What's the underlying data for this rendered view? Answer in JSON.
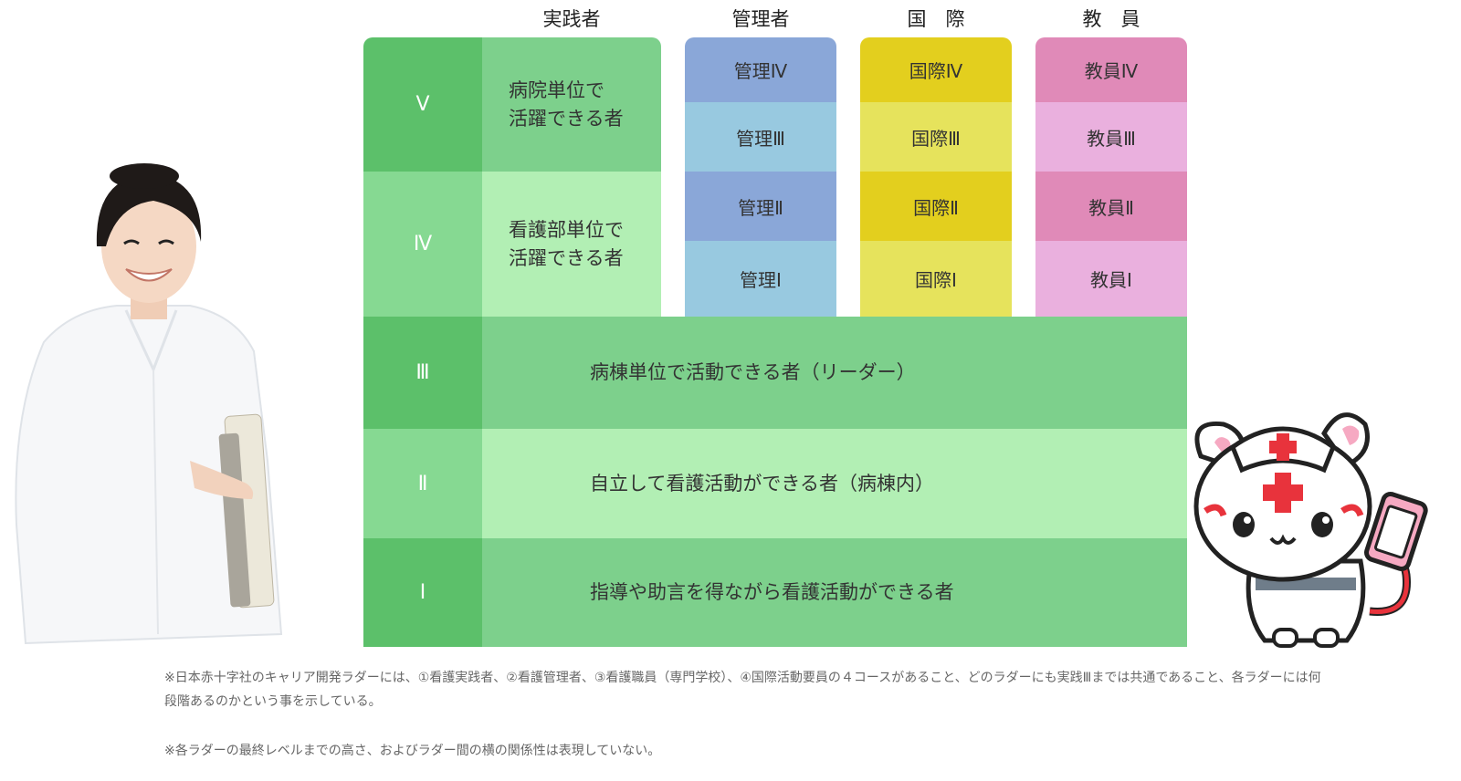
{
  "headers": {
    "practitioner": "実践者",
    "manager": "管理者",
    "international": "国　際",
    "educator": "教　員"
  },
  "rows": [
    {
      "level": "Ⅴ",
      "text": "病院単位で\n活躍できる者"
    },
    {
      "level": "Ⅳ",
      "text": "看護部単位で\n活躍できる者"
    },
    {
      "level": "Ⅲ",
      "text": "病棟単位で活動できる者（リーダー）"
    },
    {
      "level": "Ⅱ",
      "text": "自立して看護活動ができる者（病棟内）"
    },
    {
      "level": "Ⅰ",
      "text": "指導や助言を得ながら看護活動ができる者"
    }
  ],
  "manager_levels": [
    "管理Ⅳ",
    "管理Ⅲ",
    "管理Ⅱ",
    "管理Ⅰ"
  ],
  "international_levels": [
    "国際Ⅳ",
    "国際Ⅲ",
    "国際Ⅱ",
    "国際Ⅰ"
  ],
  "educator_levels": [
    "教員Ⅳ",
    "教員Ⅲ",
    "教員Ⅱ",
    "教員Ⅰ"
  ],
  "notes": {
    "note1": "※日本赤十字社のキャリア開発ラダーには、①看護実践者、②看護管理者、③看護職員（専門学校）、④国際活動要員の４コースがあること、どのラダーにも実践Ⅲまでは共通であること、各ラダーには何段階あるのかという事を示している。",
    "note2": "※各ラダーの最終レベルまでの高さ、およびラダー間の横の関係性は表現していない。"
  },
  "colors": {
    "green_dark": "#5cc06a",
    "green_mid": "#7dd08c",
    "green_light_roman": "#86d992",
    "green_light": "#b2efb4",
    "manager_a": "#8aa7d8",
    "manager_b": "#98c9e0",
    "intl_a": "#e3cf1e",
    "intl_b": "#e6e35c",
    "edu_a": "#e08ab8",
    "edu_b": "#eab0de"
  },
  "illustrations": [
    "nurse-photo",
    "red-cross-mascot"
  ]
}
